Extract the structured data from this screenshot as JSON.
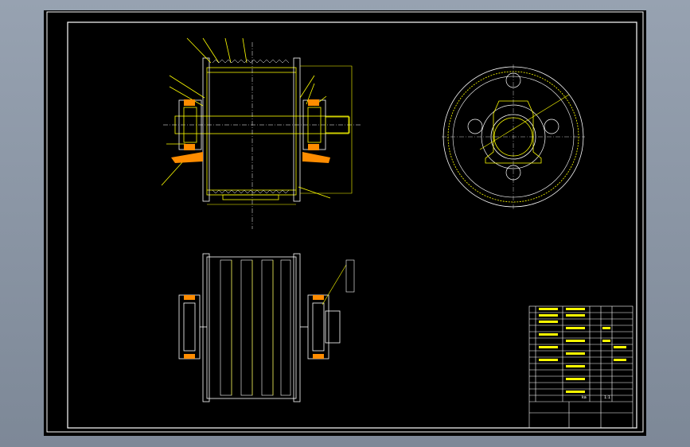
{
  "drawing": {
    "background": "#000000",
    "frame_color": "#ffffff",
    "line_color": "#ffff00",
    "accent_color": "#ff8c00",
    "views": [
      "section-view",
      "end-view",
      "front-view"
    ]
  },
  "title_block": {
    "rows": [
      {
        "text": "",
        "color": "#ffff00"
      },
      {
        "text": "",
        "color": "#ffff00"
      }
    ],
    "bottom_label": "ka",
    "bottom_mark": "1:1",
    "drawing_no": "",
    "name": ""
  }
}
